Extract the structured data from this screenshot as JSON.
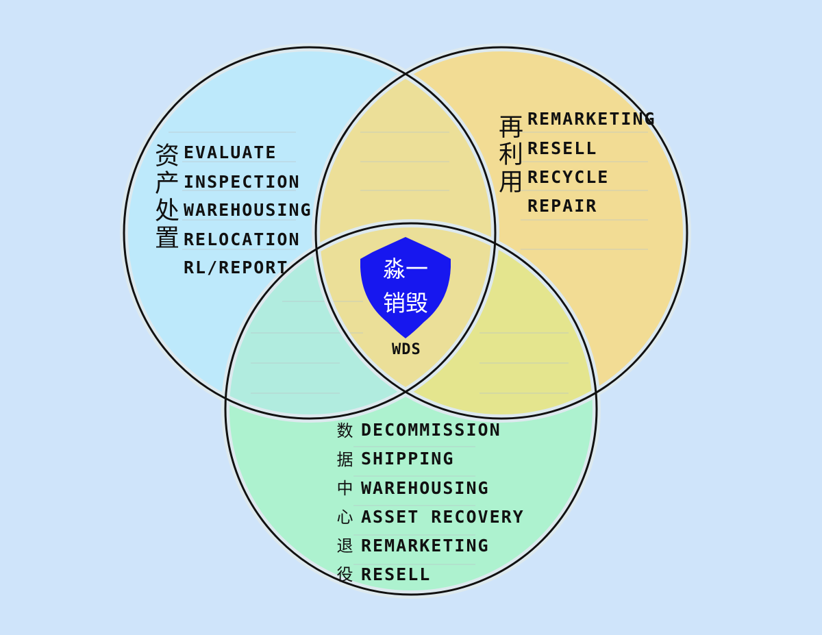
{
  "colors": {
    "background": "#cfe4fa",
    "set_asset_disposal": "#bde9fb",
    "set_reuse": "#f2dc94",
    "set_data_center": "#adf2cf",
    "overlap_asset_reuse": "#ecdf98",
    "overlap_reuse_datacenter": "#e4e58e",
    "overlap_asset_datacenter": "#b1ecdf",
    "overlap_center": "#ebdf98",
    "shield": "#1717ef",
    "outline": "#111111"
  },
  "sets": {
    "asset_disposal": {
      "title": "资产处置",
      "items": [
        "EVALUATE",
        "INSPECTION",
        "WAREHOUSING",
        "RELOCATION",
        "RL/REPORT"
      ]
    },
    "reuse": {
      "title": "再利用",
      "items": [
        "REMARKETING",
        "RESELL",
        "RECYCLE",
        "REPAIR"
      ]
    },
    "data_center": {
      "title": "数据中心退役",
      "items": [
        "DECOMMISSION",
        "SHIPPING",
        "WAREHOUSING",
        "ASSET RECOVERY",
        "REMARKETING",
        "RESELL"
      ]
    }
  },
  "center": {
    "shield_line1": "淼一",
    "shield_line2": "销毁",
    "caption": "WDS",
    "shield_icon": "shield-icon"
  }
}
